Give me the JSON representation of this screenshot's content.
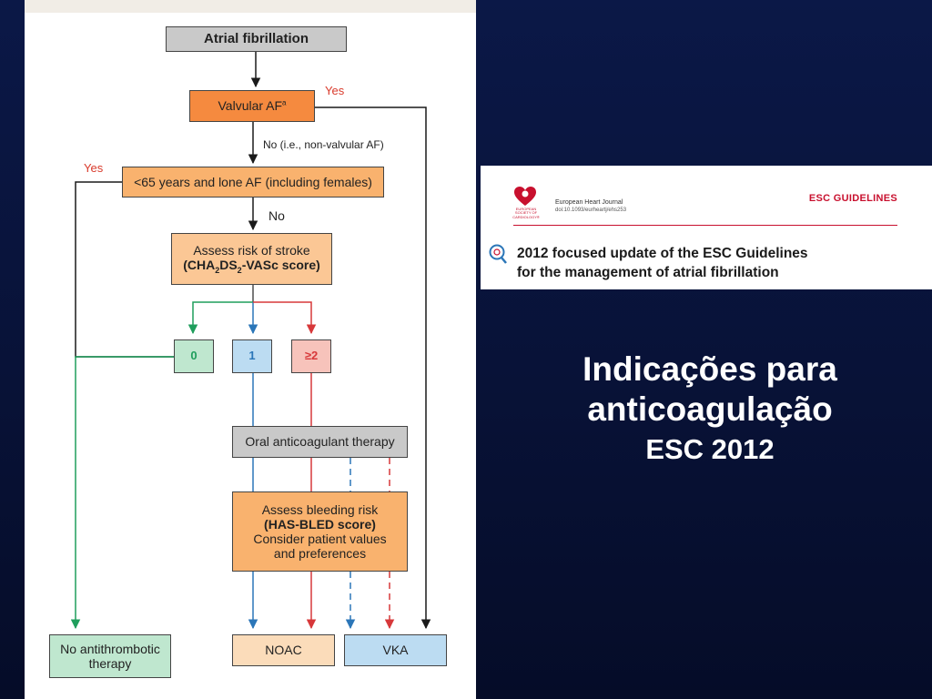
{
  "flowchart": {
    "atrial_fibrillation": "Atrial fibrillation",
    "valvular_af": "Valvular AF",
    "valvular_sup": "a",
    "yes_valvular": "Yes",
    "no_nonvalvular": "No (i.e., non-valvular AF)",
    "lone_af": "<65 years and lone AF (including females)",
    "yes_lone": "Yes",
    "no_lone": "No",
    "assess_stroke_line1": "Assess risk of stroke",
    "assess_stroke_line2_pre": "(CHA",
    "assess_stroke_sub1": "2",
    "assess_stroke_mid": "DS",
    "assess_stroke_sub2": "2",
    "assess_stroke_line2_post": "-VASc score)",
    "score_0": "0",
    "score_1": "1",
    "score_2": "≥2",
    "oral_anticoagulant": "Oral anticoagulant therapy",
    "bleeding_line1": "Assess bleeding risk",
    "bleeding_line2": "(HAS-BLED score)",
    "bleeding_line3": "Consider patient values",
    "bleeding_line4": "and preferences",
    "no_antithrombotic_line1": "No antithrombotic",
    "no_antithrombotic_line2": "therapy",
    "noac": "NOAC",
    "vka": "VKA"
  },
  "journal_header": {
    "journal_name": "European Heart Journal",
    "doi": "doi:10.1093/eurheartj/ehs253",
    "section": "ESC GUIDELINES",
    "society_line1": "EUROPEAN",
    "society_line2": "SOCIETY OF",
    "society_line3": "CARDIOLOGY®",
    "title_line1": "2012 focused update of the ESC Guidelines",
    "title_line2": "for the management of atrial fibrillation"
  },
  "slide_title": {
    "line1": "Indicações para",
    "line2": "anticoagulação",
    "line3": "ESC 2012"
  },
  "colors": {
    "orange": "#f58a3f",
    "peach": "#fbc795",
    "green": "#1f9e5c",
    "blue": "#2b76b8",
    "red": "#d7383a",
    "gray": "#c9c9c9"
  }
}
